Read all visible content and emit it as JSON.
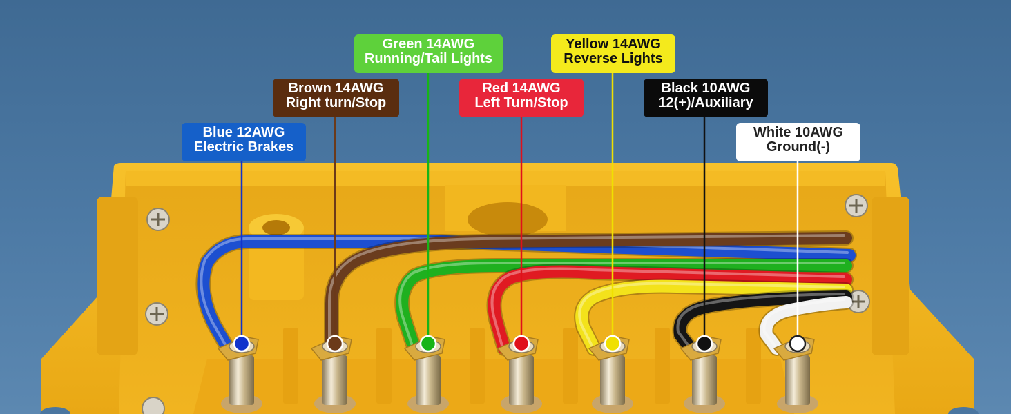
{
  "wires": [
    {
      "id": "blue",
      "color": "#1d4fd0",
      "dot": "#1133cc",
      "label_bg": "#1560c9",
      "label_fg": "#ffffff",
      "line1": "Blue 12AWG",
      "line2": "Electric Brakes"
    },
    {
      "id": "brown",
      "color": "#6a3c1e",
      "dot": "#6b3a1a",
      "label_bg": "#5a2d0f",
      "label_fg": "#ffffff",
      "line1": "Brown 14AWG",
      "line2": "Right turn/Stop"
    },
    {
      "id": "green",
      "color": "#1fb01f",
      "dot": "#18b418",
      "label_bg": "#5ed13b",
      "label_fg": "#ffffff",
      "line1": "Green 14AWG",
      "line2": "Running/Tail Lights"
    },
    {
      "id": "red",
      "color": "#e01a22",
      "dot": "#e0101a",
      "label_bg": "#e8263a",
      "label_fg": "#ffffff",
      "line1": "Red 14AWG",
      "line2": "Left Turn/Stop"
    },
    {
      "id": "yellow",
      "color": "#f3e21b",
      "dot": "#f0e000",
      "label_bg": "#f4ea1c",
      "label_fg": "#111111",
      "line1": "Yellow 14AWG",
      "line2": "Reverse Lights"
    },
    {
      "id": "black",
      "color": "#151515",
      "dot": "#111111",
      "label_bg": "#0b0b0b",
      "label_fg": "#ffffff",
      "line1": "Black 10AWG",
      "line2": "12(+)/Auxiliary"
    },
    {
      "id": "white",
      "color": "#f2f2f2",
      "dot": "#ffffff",
      "label_bg": "#ffffff",
      "label_fg": "#222222",
      "line1": "White 10AWG",
      "line2": "Ground(-)"
    }
  ],
  "colors": {
    "box": "#f2b51c",
    "box_dark": "#d99a10",
    "box_shadow": "#c5870a",
    "background": "#4a76a0"
  }
}
